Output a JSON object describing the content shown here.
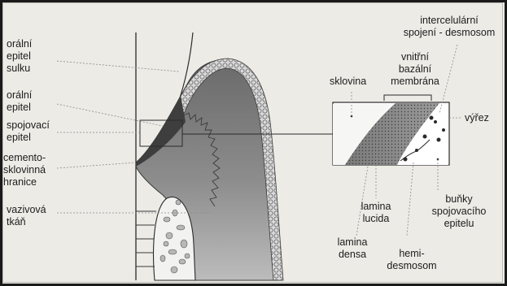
{
  "labels": {
    "oral_sulcus_epithelium": "orální\nepitel\nsulku",
    "oral_epithelium": "orální\nepitel",
    "junctional_epithelium": "spojovací\nepitel",
    "cementoenamel_junction": "cemento-\nsklovinná\nhranice",
    "connective_tissue": "vazivová\ntkáň",
    "enamel": "sklovina",
    "inner_basal_membrane": "vnitřní\nbazální\nmembrána",
    "intercellular_junction": "intercelulární\nspojení - desmosom",
    "cutout": "výřez",
    "lamina_lucida": "lamina\nlucida",
    "lamina_densa": "lamina\ndensa",
    "hemidesmosome": "hemi-\ndesmosom",
    "junctional_cells": "buňky\nspojovacího\nepitelu"
  },
  "colors": {
    "paper": "#ecebe6",
    "tissue_dark": "#5b5b5b",
    "tissue_mid": "#8e8e8e",
    "tissue_light": "#cfcfcf",
    "line": "#2a2a2a",
    "leader": "#8a8a8a"
  }
}
